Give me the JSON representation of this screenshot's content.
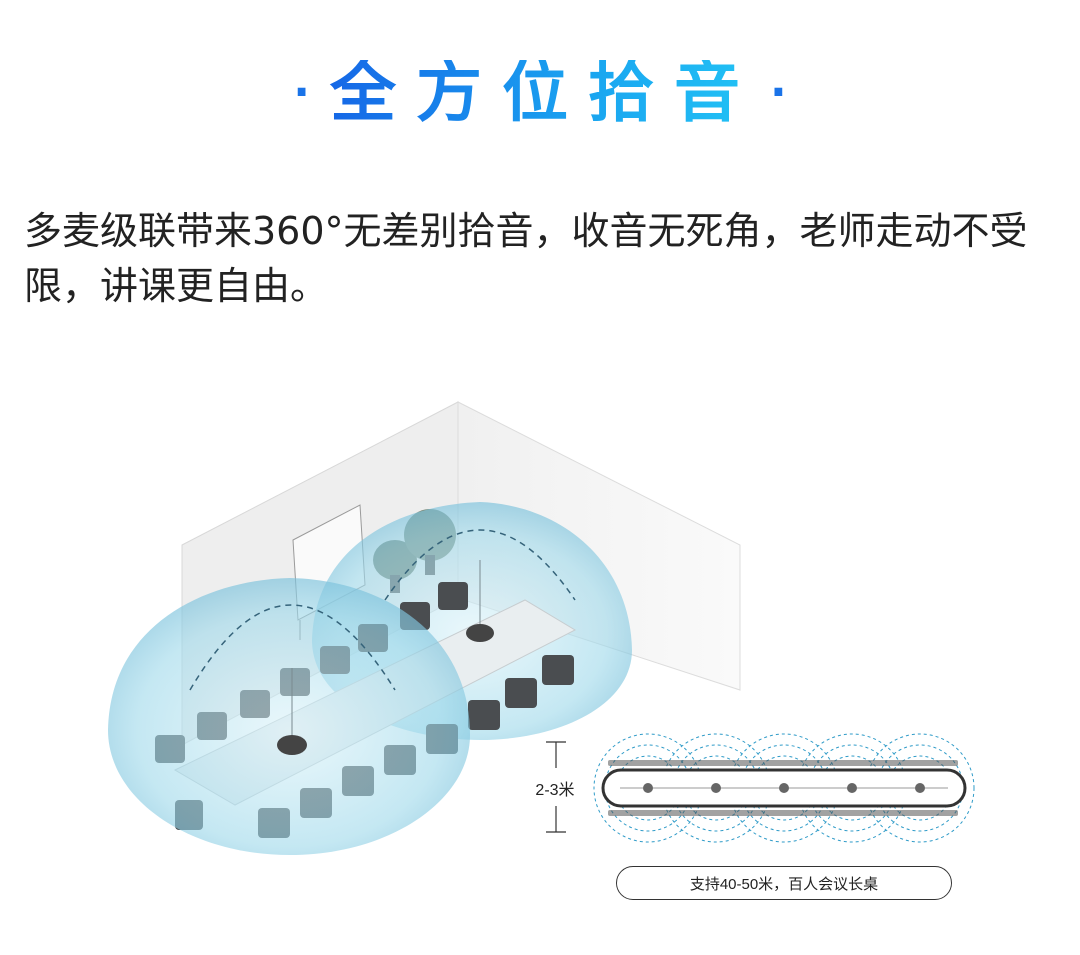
{
  "header": {
    "title": "全方位拾音",
    "dot_left": "·",
    "dot_right": "·"
  },
  "description": "多麦级联带来360°无差别拾音，收音无死角，老师走动不受限，讲课更自由。",
  "diagram": {
    "distance_label": "2-3米",
    "caption": "支持40-50米，百人会议长桌"
  },
  "colors": {
    "title_start": "#1565e6",
    "title_end": "#22c3f5",
    "coverage": "#8fd3e8",
    "wall": "#f4f4f4"
  }
}
